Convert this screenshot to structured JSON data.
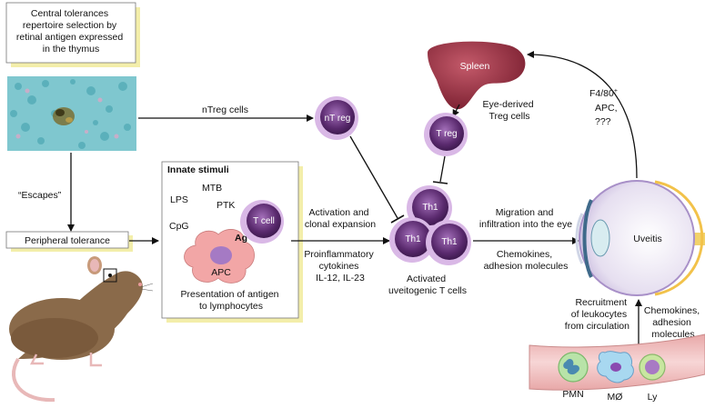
{
  "boxes": {
    "central": [
      "Central tolerances",
      "repertoire selection by",
      "retinal antigen expressed",
      "in the thymus"
    ],
    "peripheral": "Peripheral tolerance",
    "innate_title": "Innate stimuli"
  },
  "labels": {
    "escapes": "“Escapes”",
    "ntreg_cells": "nTreg cells",
    "lps": "LPS",
    "mtb": "MTB",
    "ptk": "PTK",
    "cpg": "CpG",
    "ag": "Ag",
    "apc": "APC",
    "presentation": [
      "Presentation of antigen",
      "to lymphocytes"
    ],
    "activation": [
      "Activation and",
      "clonal expansion"
    ],
    "proinflammatory": [
      "Proinflammatory",
      "cytokines",
      "IL-12, IL-23"
    ],
    "activated": [
      "Activated",
      "uveitogenic T cells"
    ],
    "migration": [
      "Migration and",
      "infiltration into the eye"
    ],
    "chemokines_horiz": [
      "Chemokines,",
      "adhesion molecules"
    ],
    "eye_treg": [
      "Eye-derived",
      "Treg cells"
    ],
    "f480_main": "F4/80",
    "f480_sup": "+",
    "f480_rest": [
      "APC,",
      "???"
    ],
    "spleen": "Spleen",
    "uveitis": "Uveitis",
    "recruitment": [
      "Recruitment",
      "of leukocytes",
      "from circulation"
    ],
    "chemokines_vert": [
      "Chemokines,",
      "adhesion",
      "molecules"
    ],
    "pmn": "PMN",
    "macrophage": "MØ",
    "ly": "Ly"
  },
  "cells": {
    "ntreg": "nT reg",
    "treg": "T reg",
    "tcell": "T cell",
    "th1_top": "Th1",
    "th1_left": "Th1",
    "th1_right": "Th1"
  },
  "colors": {
    "box_shadow": "#f3eeaa",
    "cell_dark": "#5a2a6e",
    "cell_ring": "#d9b8e6",
    "spleen": "#8a2a3a",
    "apc": "#f2a6a6",
    "vessel": "#f3c8c8",
    "thymus_bg": "#7fc7cf"
  }
}
